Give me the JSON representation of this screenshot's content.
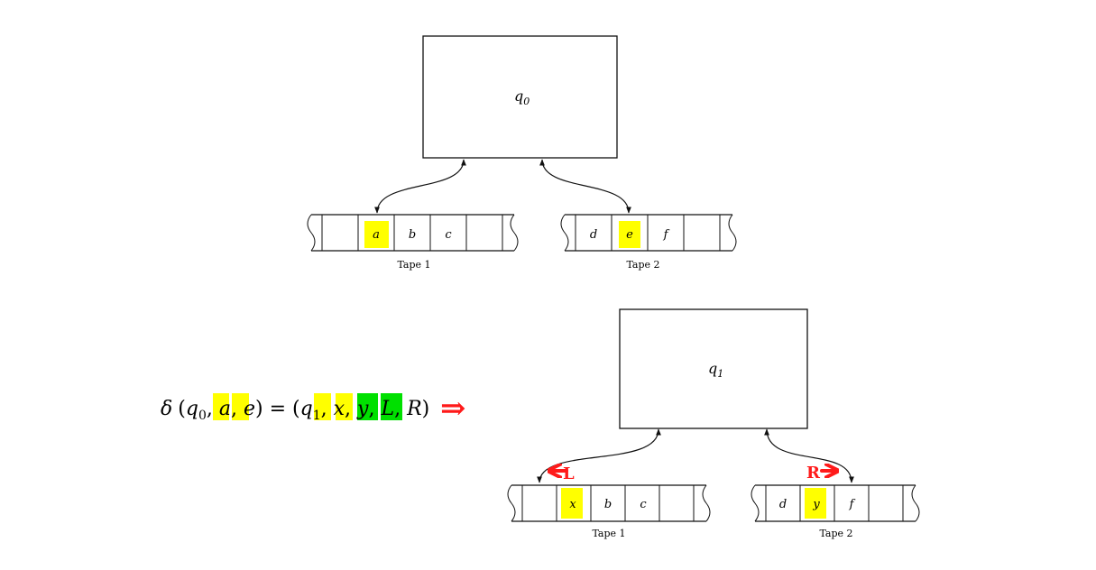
{
  "top": {
    "state": {
      "sym": "q",
      "sub": "0"
    },
    "tape1": {
      "label": "Tape 1",
      "cells": [
        "",
        "a",
        "b",
        "c",
        ""
      ],
      "head_index": 1
    },
    "tape2": {
      "label": "Tape 2",
      "cells": [
        "d",
        "e",
        "f",
        ""
      ],
      "head_index": 1
    }
  },
  "bottom": {
    "state": {
      "sym": "q",
      "sub": "1"
    },
    "tape1": {
      "label": "Tape 1",
      "cells": [
        "",
        "x",
        "b",
        "c",
        ""
      ],
      "head_index": 1,
      "move": "L"
    },
    "tape2": {
      "label": "Tape 2",
      "cells": [
        "d",
        "y",
        "f",
        ""
      ],
      "head_index": 1,
      "move": "R"
    }
  },
  "transition": {
    "delta": "δ",
    "lhs": {
      "state": "q",
      "state_sub": "0",
      "read1": "a",
      "read2": "e"
    },
    "rhs": {
      "state": "q",
      "state_sub": "1",
      "write1": "x",
      "write2": "y",
      "move1": "L",
      "move2": "R"
    },
    "implies": "⇒"
  },
  "colors": {
    "highlight_yellow": "#ffff00",
    "highlight_green": "#00e000",
    "annotation_red": "#ff1a1a",
    "ink": "#111111"
  }
}
